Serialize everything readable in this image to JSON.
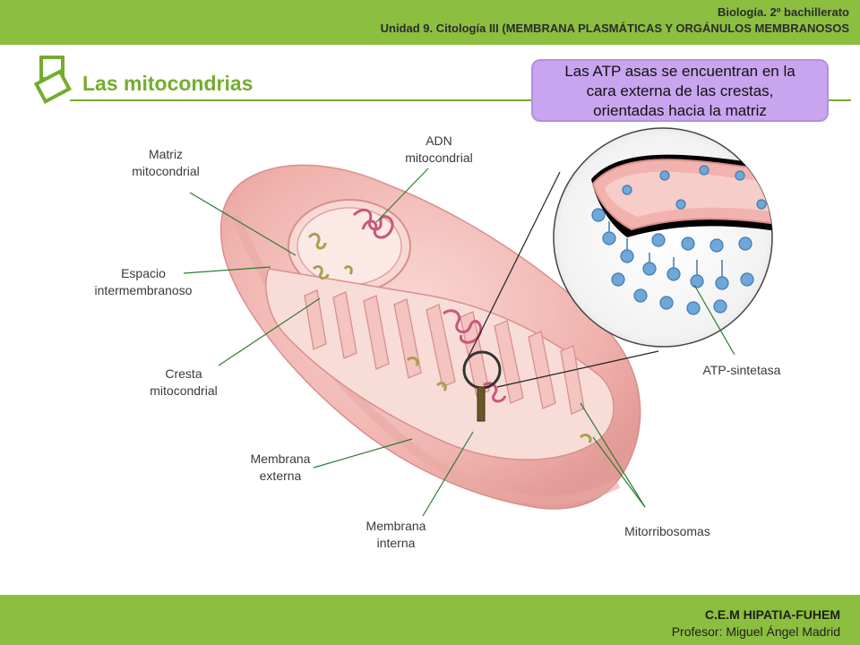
{
  "header": {
    "course": "Biología. 2º bachillerato",
    "unit": "Unidad 9. Citología III (MEMBRANA PLASMÁTICAS Y ORGÁNULOS MEMBRANOSOS"
  },
  "title": "Las mitocondrias",
  "callout": {
    "line1": "Las ATP asas se encuentran en la",
    "line2": "cara externa de las crestas,",
    "line3": "orientadas hacia la matriz"
  },
  "labels": {
    "matriz": [
      "Matriz",
      "mitocondrial"
    ],
    "adn": [
      "ADN",
      "mitocondrial"
    ],
    "espacio": [
      "Espacio",
      "intermembranoso"
    ],
    "cresta": [
      "Cresta",
      "mitocondrial"
    ],
    "membrana_externa": [
      "Membrana",
      "externa"
    ],
    "membrana_interna": [
      "Membrana",
      "interna"
    ],
    "mitorribosomas": "Mitorribosomas",
    "atp_sintetasa": "ATP-sintetasa"
  },
  "footer": {
    "school": "C.E.M HIPATIA-FUHEM",
    "author": "Profesor: Miguel Ángel Madrid"
  },
  "colors": {
    "bar_green": "#8cbe3f",
    "title_green": "#74ad2e",
    "callout_bg": "#c9a5ef",
    "mito_pink": "#f0b3b0",
    "enzyme_blue": "#6fa8d8"
  }
}
